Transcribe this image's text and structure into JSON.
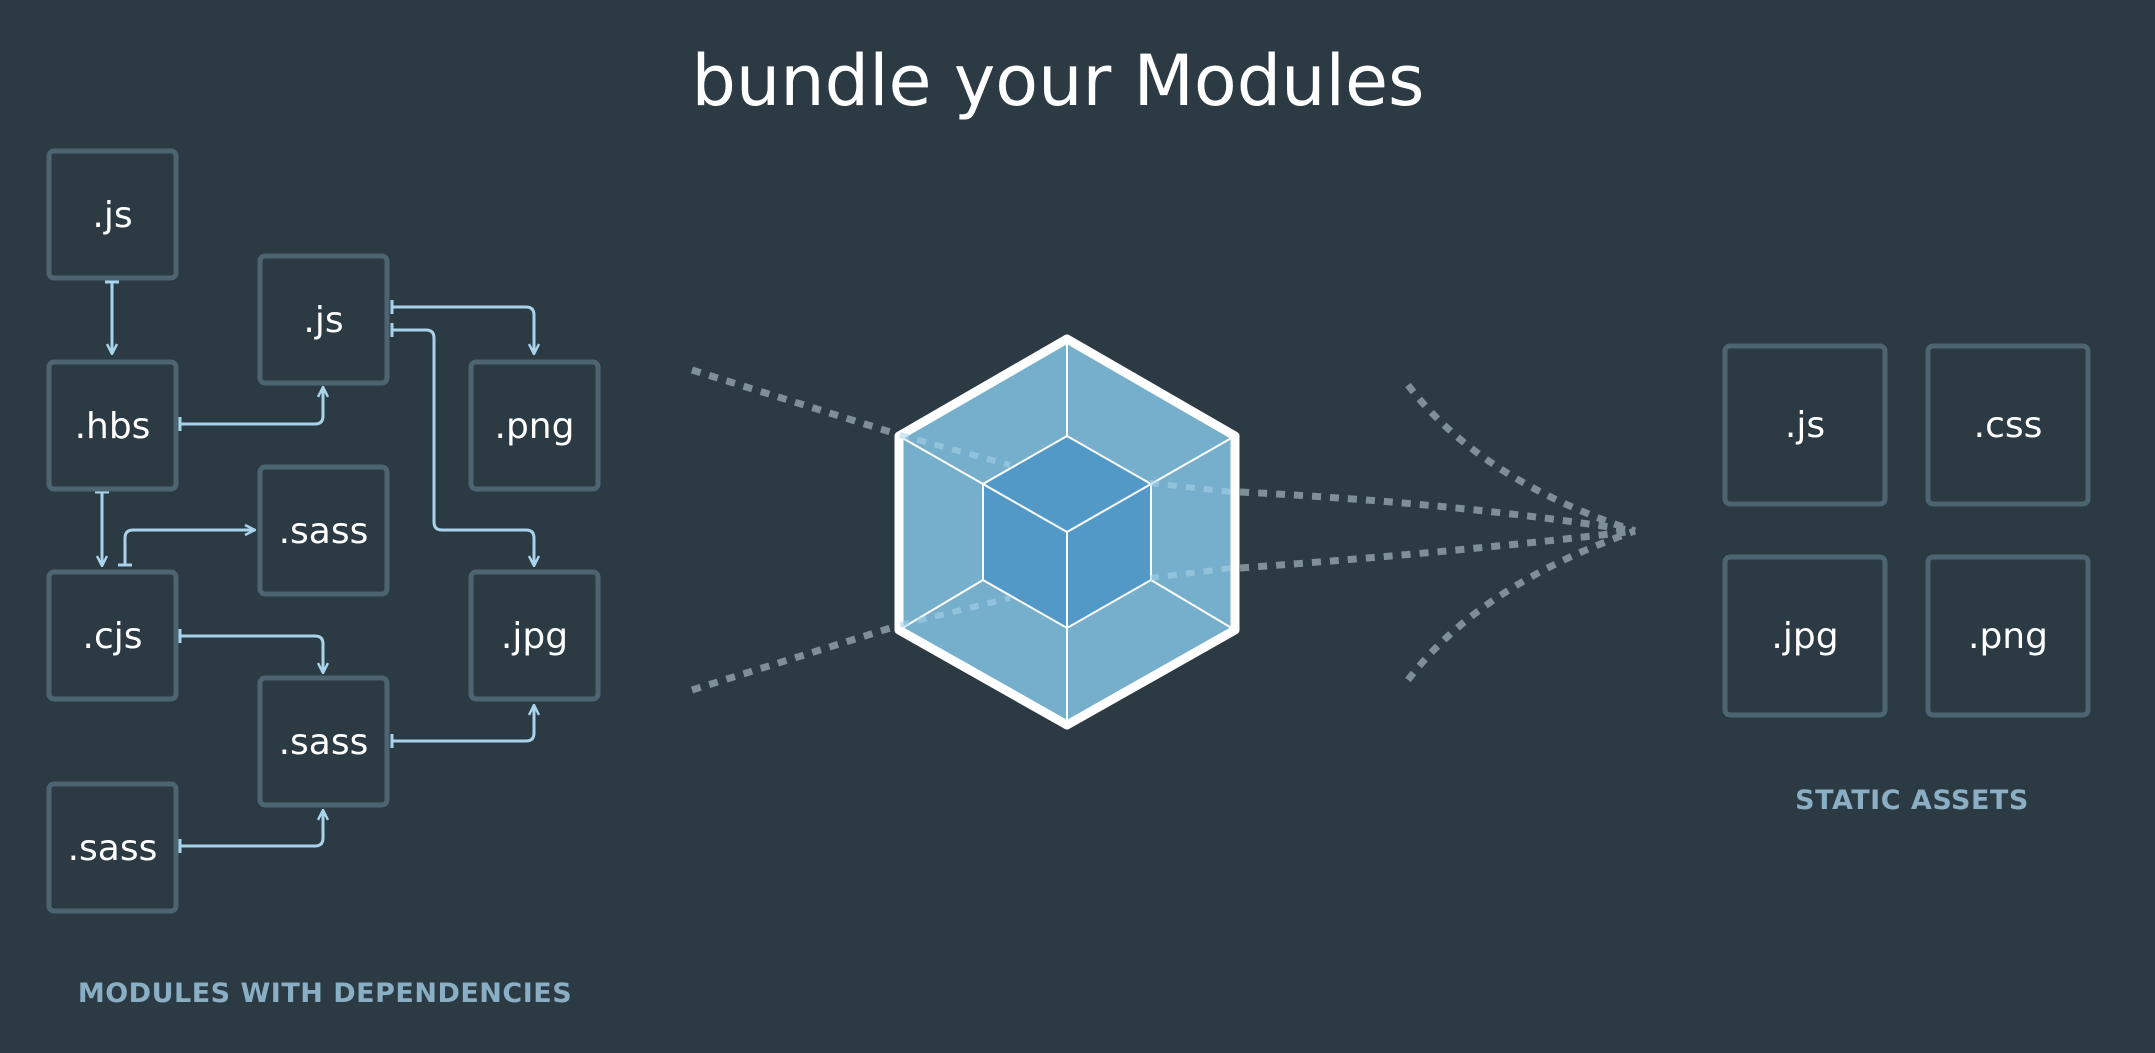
{
  "title": "bundle your Modules",
  "modules_section": {
    "label": "MODULES WITH DEPENDENCIES",
    "boxes": [
      ".js",
      ".js",
      ".hbs",
      ".png",
      ".sass",
      ".cjs",
      ".jpg",
      ".sass",
      ".sass"
    ]
  },
  "assets_section": {
    "label": "STATIC ASSETS",
    "boxes": [
      ".js",
      ".css",
      ".jpg",
      ".png"
    ]
  },
  "colors": {
    "background": "#2b3a43",
    "box_border": "#4d6471",
    "arrow": "#a9d3ea",
    "section_label": "#8aaec4",
    "cube_outer": "#75afcc",
    "cube_inner": "#5299c8"
  },
  "icons": {
    "bundler": "webpack-cube-icon"
  }
}
